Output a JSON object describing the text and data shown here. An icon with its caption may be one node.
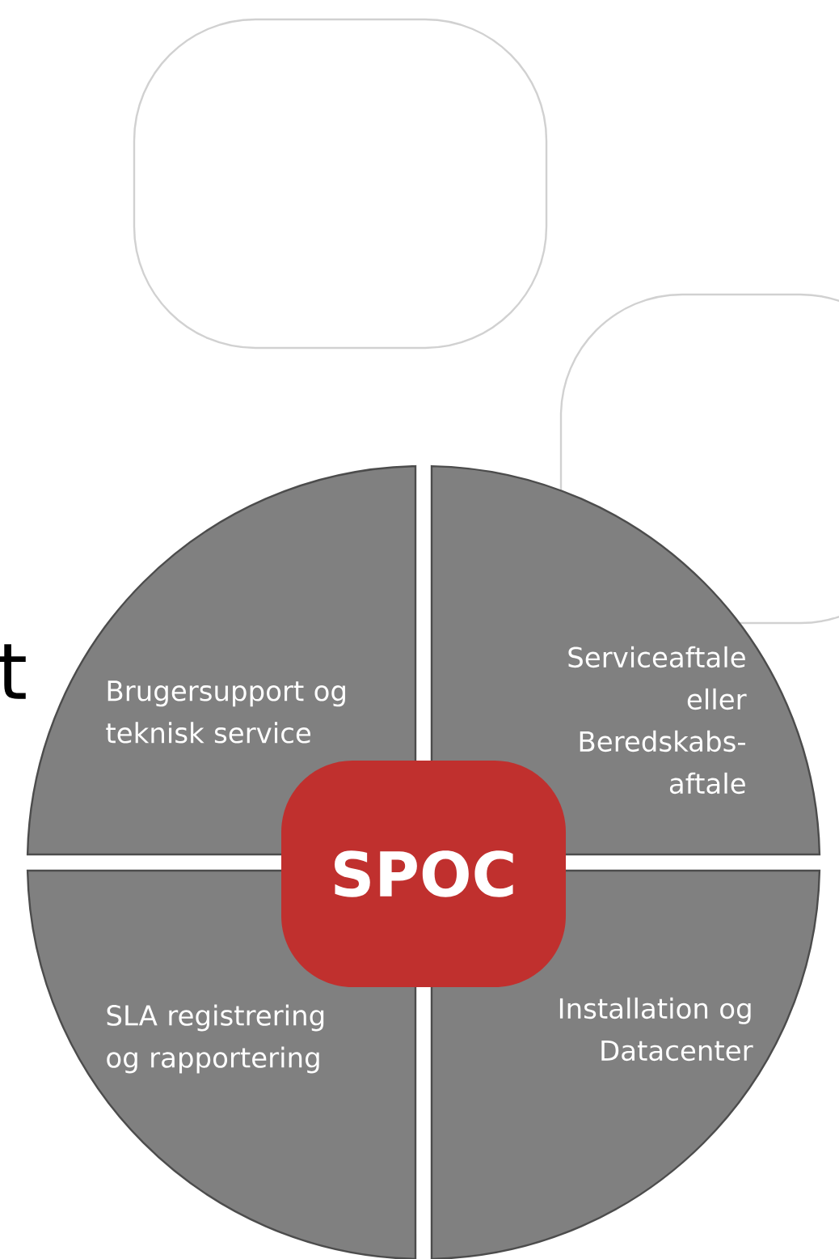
{
  "diagram": {
    "nodes": [
      {
        "text": [],
        "shape": "box"
      },
      {
        "text": [],
        "shape": "box"
      },
      {
        "text": [
          "Brugersupport og teknisk service"
        ]
      },
      {
        "text": [
          "Serviceaftale eller Beredskabs- aftale"
        ]
      },
      {
        "text": [
          "SLA registrering og rapportering"
        ]
      },
      {
        "text": [
          "Installation og Datacenter"
        ]
      },
      {
        "text": [
          "SPOC"
        ]
      }
    ],
    "labels": [
      "t"
    ]
  }
}
